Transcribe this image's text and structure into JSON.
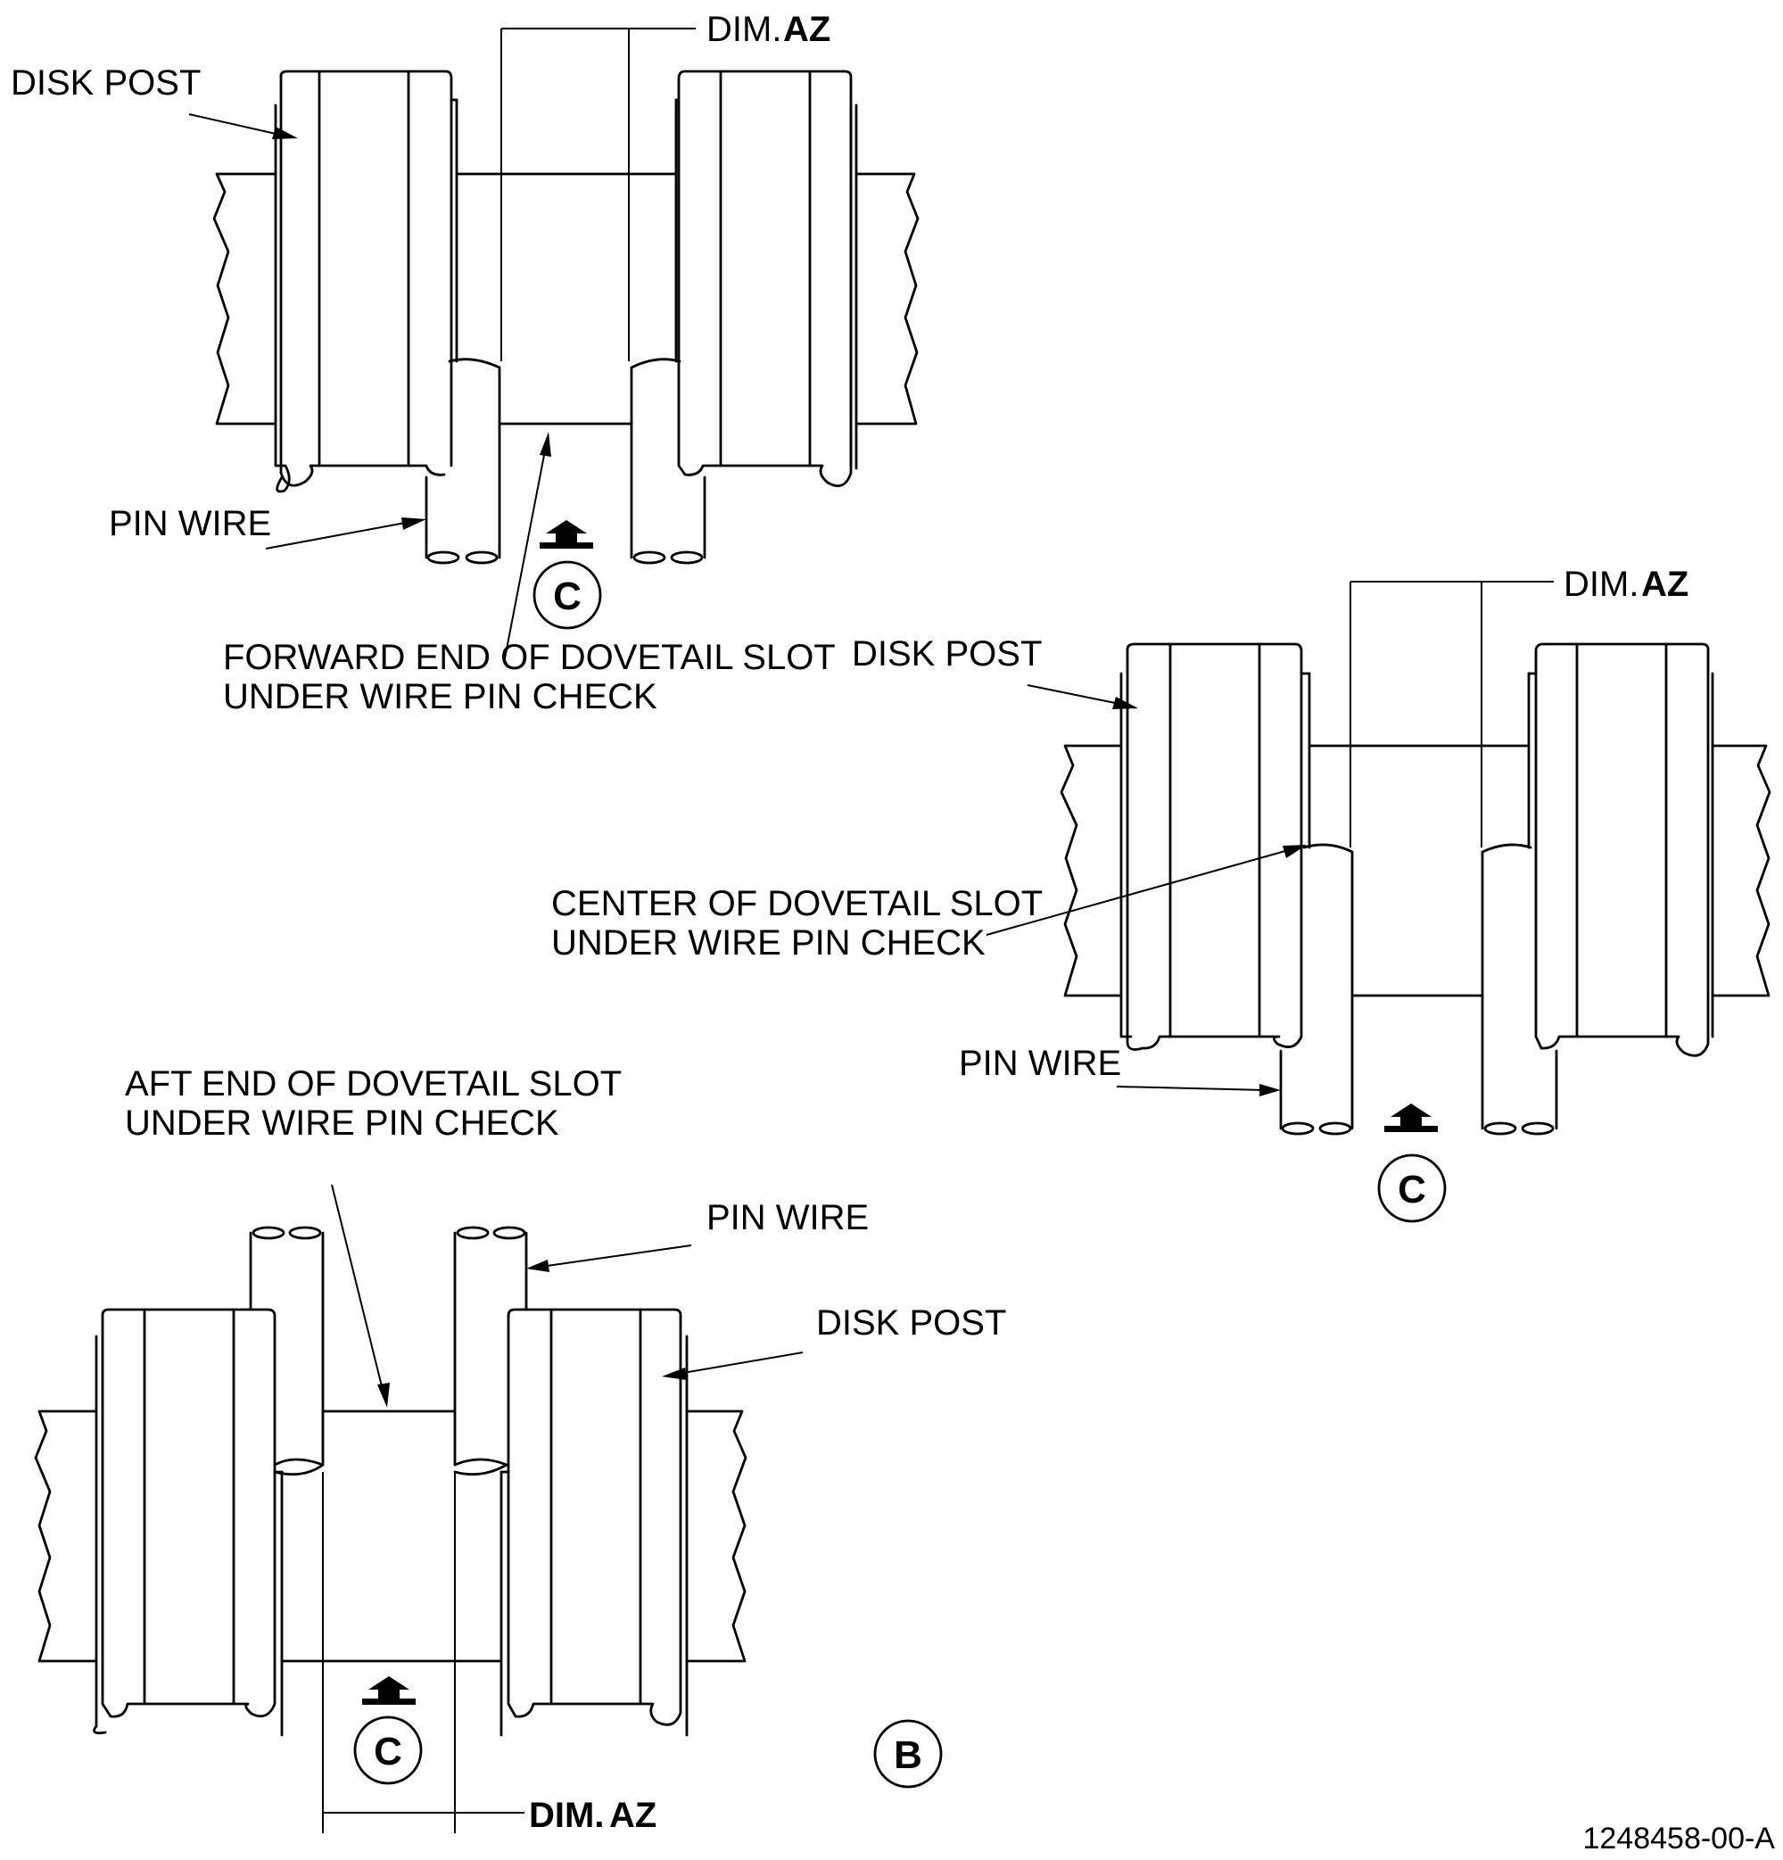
{
  "labels": {
    "view1": {
      "disk_post": "DISK POST",
      "pin_wire": "PIN WIRE",
      "note_line1": "FORWARD END OF DOVETAIL SLOT",
      "note_line2": "UNDER WIRE PIN CHECK",
      "dim_prefix": "DIM.",
      "dim_name": "AZ",
      "view_arrow": "C"
    },
    "view2": {
      "disk_post": "DISK POST",
      "pin_wire": "PIN WIRE",
      "note_line1": "CENTER OF DOVETAIL SLOT",
      "note_line2": "UNDER WIRE PIN CHECK",
      "dim_prefix": "DIM.",
      "dim_name": "AZ",
      "view_arrow": "C"
    },
    "view3": {
      "disk_post": "DISK POST",
      "pin_wire": "PIN WIRE",
      "note_line1": "AFT END OF DOVETAIL SLOT",
      "note_line2": "UNDER WIRE PIN CHECK",
      "dim_prefix": "DIM.",
      "dim_name": "AZ",
      "view_arrow": "C"
    },
    "view_callout": "B",
    "drawing_number": "1248458-00-A"
  }
}
